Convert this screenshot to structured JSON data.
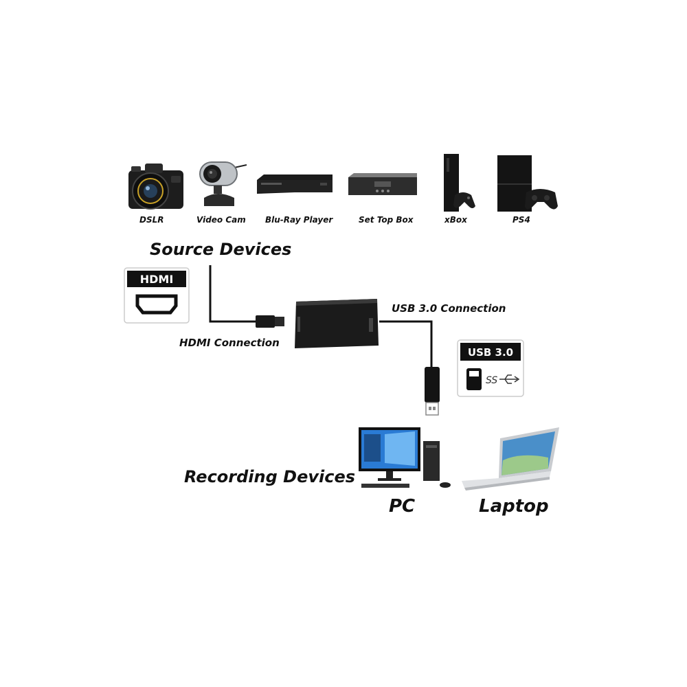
{
  "source_devices": {
    "heading": "Source Devices",
    "items": [
      {
        "label": "DSLR",
        "icon": "dslr-camera-icon"
      },
      {
        "label": "Video Cam",
        "icon": "webcam-icon"
      },
      {
        "label": "Blu-Ray Player",
        "icon": "bluray-player-icon"
      },
      {
        "label": "Set Top Box",
        "icon": "set-top-box-icon"
      },
      {
        "label": "xBox",
        "icon": "xbox-console-icon"
      },
      {
        "label": "PS4",
        "icon": "ps4-console-icon"
      }
    ]
  },
  "connections": {
    "hdmi_label": "HDMI Connection",
    "usb_label": "USB 3.0 Connection"
  },
  "badges": {
    "hdmi_title": "HDMI",
    "usb_title": "USB 3.0",
    "usb_ss_text": "SS"
  },
  "recording_devices": {
    "heading": "Recording Devices",
    "items": [
      {
        "label": "PC",
        "icon": "desktop-pc-icon"
      },
      {
        "label": "Laptop",
        "icon": "laptop-icon"
      }
    ]
  },
  "colors": {
    "ink": "#111111",
    "device_body": "#1b1b1b",
    "cable": "#111111",
    "screen_blue": "#2a7bd4"
  }
}
